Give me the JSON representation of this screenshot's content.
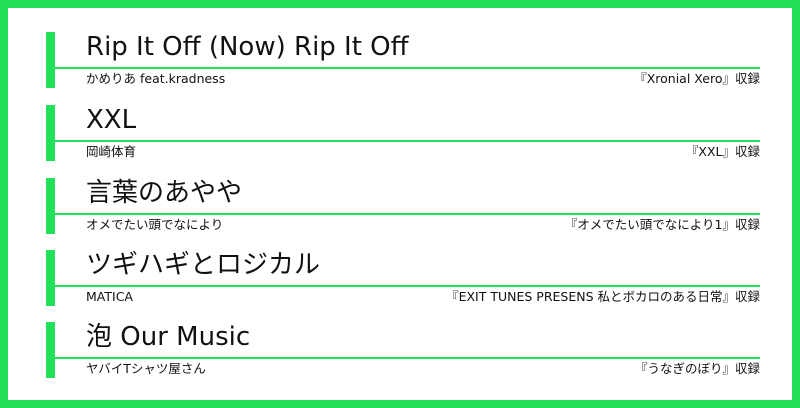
{
  "tracks": [
    {
      "title": "Rip It Off (Now) Rip It Off",
      "artist": "かめりあ feat.kradness",
      "album": "『Xronial Xero』収録"
    },
    {
      "title": "XXL",
      "artist": "岡崎体育",
      "album": "『XXL』収録"
    },
    {
      "title": "言葉のあやや",
      "artist": "オメでたい頭でなにより",
      "album": "『オメでたい頭でなにより1』収録"
    },
    {
      "title": "ツギハギとロジカル",
      "artist": "MATICA",
      "album": "『EXIT TUNES PRESENS 私とボカロのある日常』収録"
    },
    {
      "title": "泡 Our Music",
      "artist": "ヤバイTシャツ屋さん",
      "album": "『うなぎのぼり』収録"
    }
  ],
  "colors": {
    "accent": "#22e05a",
    "background": "#ffffff",
    "text": "#111111"
  }
}
